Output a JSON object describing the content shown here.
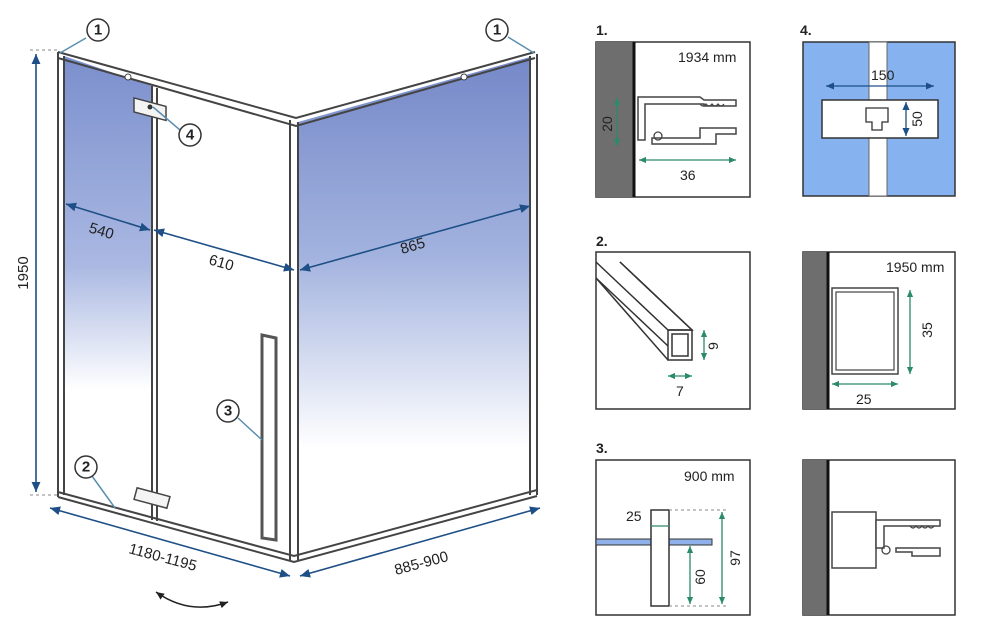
{
  "main": {
    "dims": {
      "height": "1950",
      "w540": "540",
      "w610": "610",
      "w865": "865",
      "base_front": "1180-1195",
      "base_side": "885-900"
    },
    "callouts": [
      "1",
      "1",
      "2",
      "3",
      "4"
    ]
  },
  "details": {
    "d1": {
      "num": "1.",
      "mm": "1934 mm",
      "a": "20",
      "b": "36"
    },
    "d4": {
      "num": "4.",
      "a": "150",
      "b": "50"
    },
    "d2": {
      "num": "2.",
      "a": "9",
      "b": "7"
    },
    "d5": {
      "mm": "1950 mm",
      "a": "35",
      "b": "25"
    },
    "d3": {
      "num": "3.",
      "mm": "900 mm",
      "a": "25",
      "b": "60",
      "c": "97"
    }
  },
  "colors": {
    "glass_top": "#7f93cf",
    "dim_line": "#1e4f86",
    "callout_line": "#5a8fb0",
    "blue_panel": "#86b3f0"
  }
}
